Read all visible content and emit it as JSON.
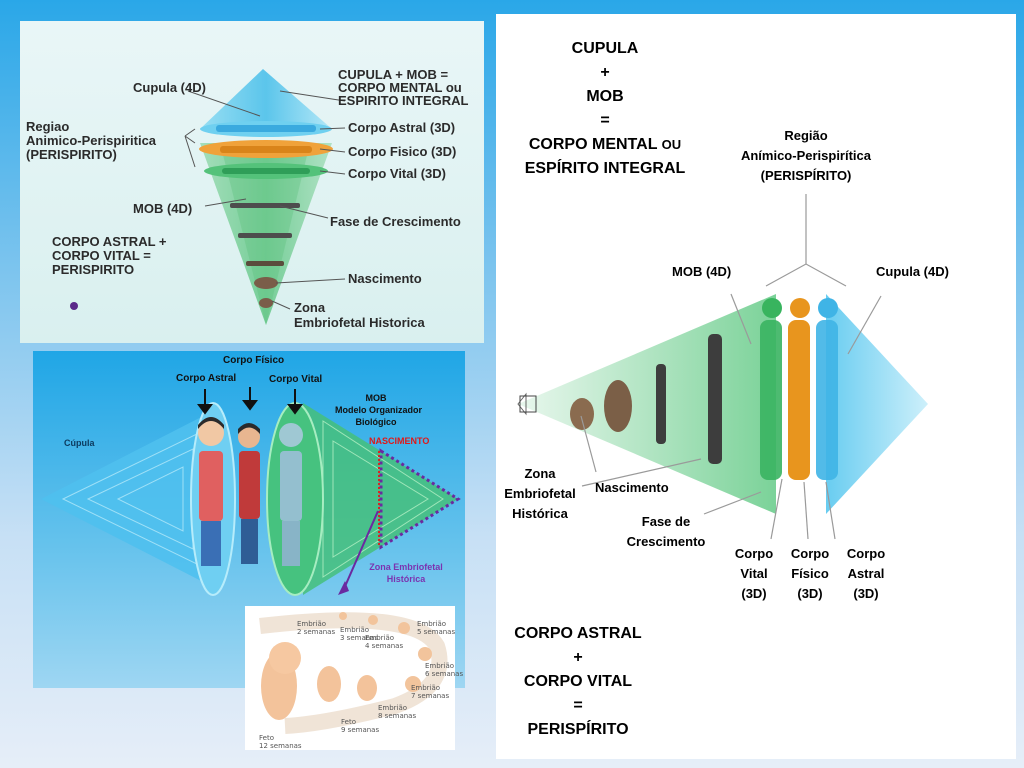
{
  "colors": {
    "cyan": "#3fc4ef",
    "green": "#39c46a",
    "orange": "#e8951e",
    "purple": "#7b33b0",
    "red": "#e01818"
  },
  "panel1": {
    "cupula": "Cupula (4D)",
    "top_right_1": "CUPULA + MOB =",
    "top_right_2": "CORPO MENTAL ou",
    "top_right_3": "ESPIRITO INTEGRAL",
    "regiao_1": "Regiao",
    "regiao_2": "Animico-Perispiritica",
    "regiao_3": "(PERISPIRITO)",
    "astral": "Corpo Astral (3D)",
    "fisico": "Corpo Fisico (3D)",
    "vital": "Corpo Vital (3D)",
    "mob": "MOB (4D)",
    "fase": "Fase de Crescimento",
    "eq_1": "CORPO ASTRAL +",
    "eq_2": "CORPO VITAL =",
    "eq_3": "PERISPIRITO",
    "nascimento": "Nascimento",
    "zona_1": "Zona",
    "zona_2": "Embriofetal Historica"
  },
  "panel2": {
    "corpo_fisico": "Corpo Físico",
    "corpo_astral": "Corpo Astral",
    "corpo_vital": "Corpo Vital",
    "mob_1": "MOB",
    "mob_2": "Modelo Organizador",
    "mob_3": "Biológico",
    "nascimento": "NASCIMENTO",
    "cupula": "Cúpula",
    "zona_1": "Zona Embriofetal",
    "zona_2": "Histórica"
  },
  "panel3": {
    "stages": [
      {
        "line1": "Embrião",
        "line2": "2 semanas"
      },
      {
        "line1": "Embrião",
        "line2": "3 semanas"
      },
      {
        "line1": "Embrião",
        "line2": "4 semanas"
      },
      {
        "line1": "Embrião",
        "line2": "5 semanas"
      },
      {
        "line1": "Embrião",
        "line2": "6 semanas"
      },
      {
        "line1": "Embrião",
        "line2": "7 semanas"
      },
      {
        "line1": "Embrião",
        "line2": "8 semanas"
      },
      {
        "line1": "Feto",
        "line2": "9 semanas"
      },
      {
        "line1": "Feto",
        "line2": "12 semanas"
      }
    ]
  },
  "panel4": {
    "top_1": "CUPULA",
    "top_2": "+",
    "top_3": "MOB",
    "top_4": "=",
    "top_5a": "CORPO MENTAL",
    "top_5b": "OU",
    "top_6": "ESPÍRITO INTEGRAL",
    "regiao_1": "Região",
    "regiao_2": "Anímico-Perispirítica",
    "regiao_3": "(PERISPÍRITO)",
    "mob": "MOB (4D)",
    "cupula": "Cupula (4D)",
    "zona_1": "Zona",
    "zona_2": "Embriofetal",
    "zona_3": "Histórica",
    "nascimento": "Nascimento",
    "fase_1": "Fase de",
    "fase_2": "Crescimento",
    "vital_1": "Corpo",
    "vital_2": "Vital",
    "vital_3": "(3D)",
    "fisico_1": "Corpo",
    "fisico_2": "Físico",
    "fisico_3": "(3D)",
    "astral_1": "Corpo",
    "astral_2": "Astral",
    "astral_3": "(3D)",
    "bottom_1": "CORPO ASTRAL",
    "bottom_2": "+",
    "bottom_3": "CORPO VITAL",
    "bottom_4": "=",
    "bottom_5": "PERISPÍRITO"
  }
}
